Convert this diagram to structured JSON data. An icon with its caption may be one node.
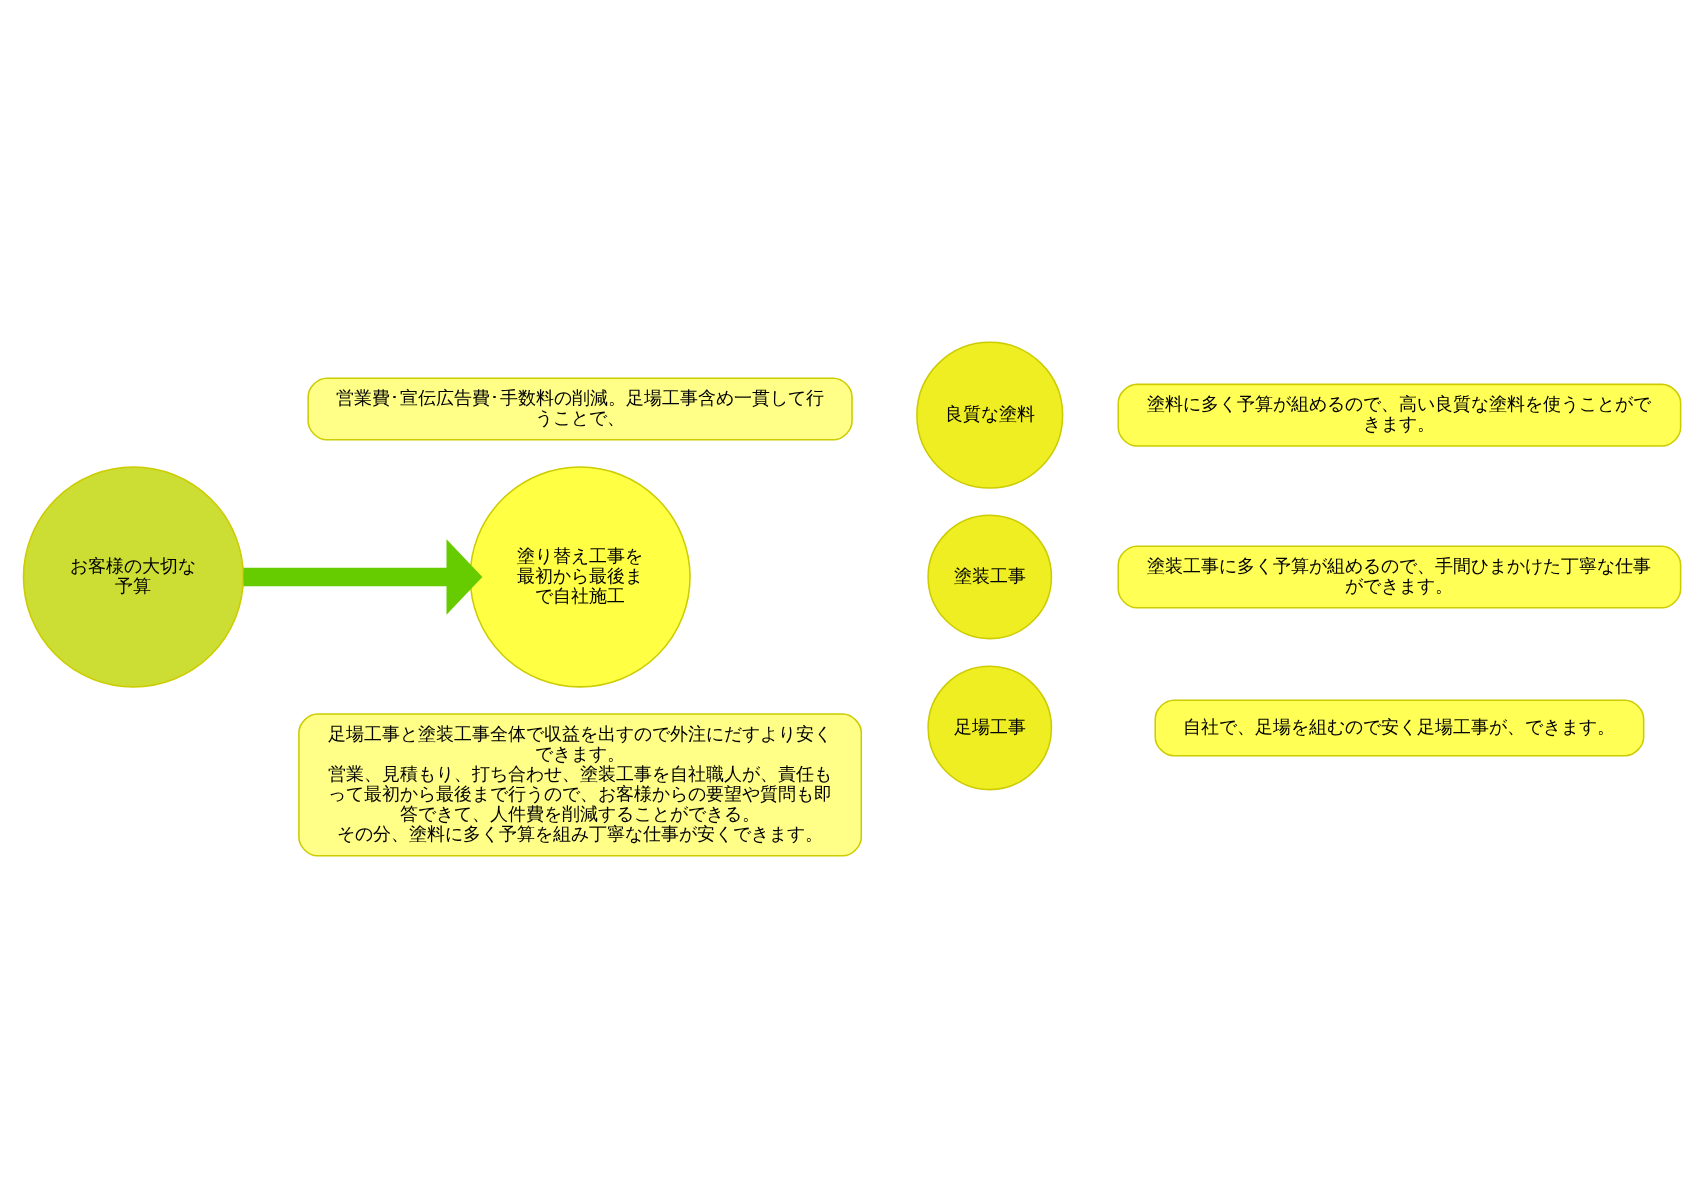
{
  "diagram": {
    "nodes": [
      {
        "text": [
          "営業費･宣伝広告費･手数料の削減。足場工事含め一貫して行うことで、"
        ]
      },
      {
        "text": [
          "お客様の大切な予算"
        ]
      },
      {
        "text": [
          "塗り替え工事を最初から最後まで自社施工"
        ]
      },
      {
        "text": [
          "良質な塗料"
        ]
      },
      {
        "text": [
          "塗料に多く予算が組めるので、高い良質な塗料を使うことができます。"
        ]
      },
      {
        "text": [
          "塗装工事"
        ]
      },
      {
        "text": [
          "塗装工事に多く予算が組めるので、手間ひまかけた丁寧な仕事ができます。"
        ]
      },
      {
        "text": [
          "足場工事"
        ]
      },
      {
        "text": [
          "自社で、足場を組むので安く足場工事が、できます。"
        ]
      },
      {
        "text": [
          "足場工事と塗装工事全体で収益を出すので外注にだすより安くできます。",
          "営業、見積もり、打ち合わせ、塗装工事を自社職人が、責任もって最初から最後まで行うので、お客様からの要望や質問も即答できて、人件費を削減することができる。",
          "その分、塗料に多く予算を組み丁寧な仕事が安くできます。"
        ]
      }
    ],
    "edges": [
      {
        "from": 1,
        "to": 2,
        "arrow": "to",
        "color": "#66cc00"
      }
    ]
  }
}
